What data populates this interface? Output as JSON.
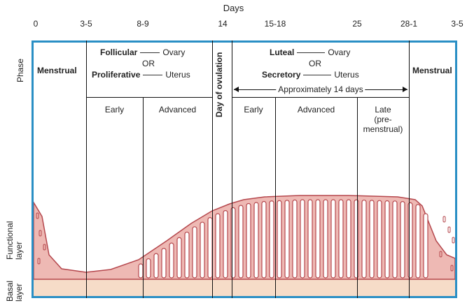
{
  "days_title": "Days",
  "day_ticks": [
    "0",
    "3-5",
    "8-9",
    "14",
    "15-18",
    "25",
    "28-1",
    "3-5"
  ],
  "row_labels": {
    "phase": "Phase",
    "functional": "Functional layer",
    "basal": "Basal layer"
  },
  "phases": {
    "menstrual_left": "Menstrual",
    "menstrual_right": "Menstrual",
    "follicular": "Follicular",
    "ovary_1": "Ovary",
    "or_1": "OR",
    "proliferative": "Proliferative",
    "uterus_1": "Uterus",
    "luteal": "Luteal",
    "ovary_2": "Ovary",
    "or_2": "OR",
    "secretory": "Secretory",
    "uterus_2": "Uterus",
    "approx": "Approximately 14 days",
    "ovulation": "Day of ovulation"
  },
  "subphases": {
    "early_1": "Early",
    "advanced_1": "Advanced",
    "early_2": "Early",
    "advanced_2": "Advanced",
    "late": "Late (pre- menstrual)",
    "late_line1": "Late",
    "late_line2": "(pre-",
    "late_line3": "menstrual)"
  },
  "colors": {
    "frame": "#2a8fc5",
    "tissue_fill": "#eeb9b4",
    "tissue_stroke": "#b5474d",
    "basal": "#f6dcc8"
  }
}
